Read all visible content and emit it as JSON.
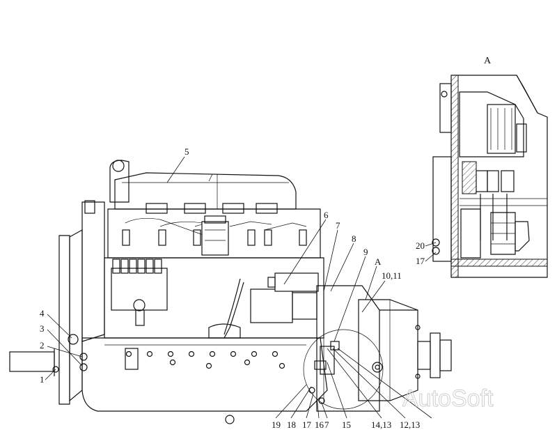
{
  "view_title": "A",
  "main_callouts": {
    "c1": "1",
    "c2": "2",
    "c3": "3",
    "c4": "4",
    "c5": "5",
    "c6": "6",
    "c7_top": "7",
    "c8": "8",
    "c9": "9",
    "c10_11": "10,11",
    "cA": "A"
  },
  "bottom_callouts": [
    "19",
    "18",
    "17",
    "16",
    "7",
    "15",
    "14,13",
    "12,13"
  ],
  "detail_callouts": {
    "c20": "20",
    "c17": "17"
  },
  "watermark": "AutoSoft"
}
